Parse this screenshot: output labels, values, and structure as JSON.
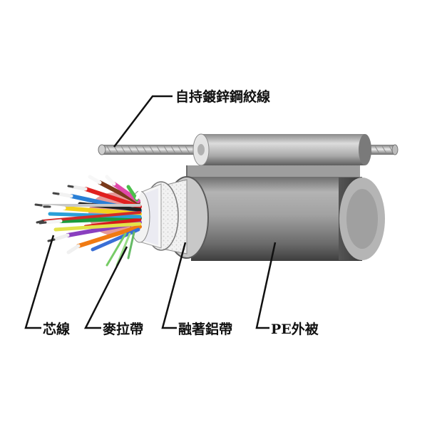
{
  "labels": {
    "messenger": "自持鍍鋅鋼絞線",
    "core_wires": "芯線",
    "mylar_tape": "麥拉帶",
    "fused_aluminum_tape": "融著鋁帶",
    "pe_jacket": "PE外被"
  },
  "colors": {
    "background": "#ffffff",
    "leader_line": "#111111",
    "jacket": "#8f8f8f",
    "aluminum": "#eeeeee",
    "steel_strand": "#b9b9b9"
  }
}
